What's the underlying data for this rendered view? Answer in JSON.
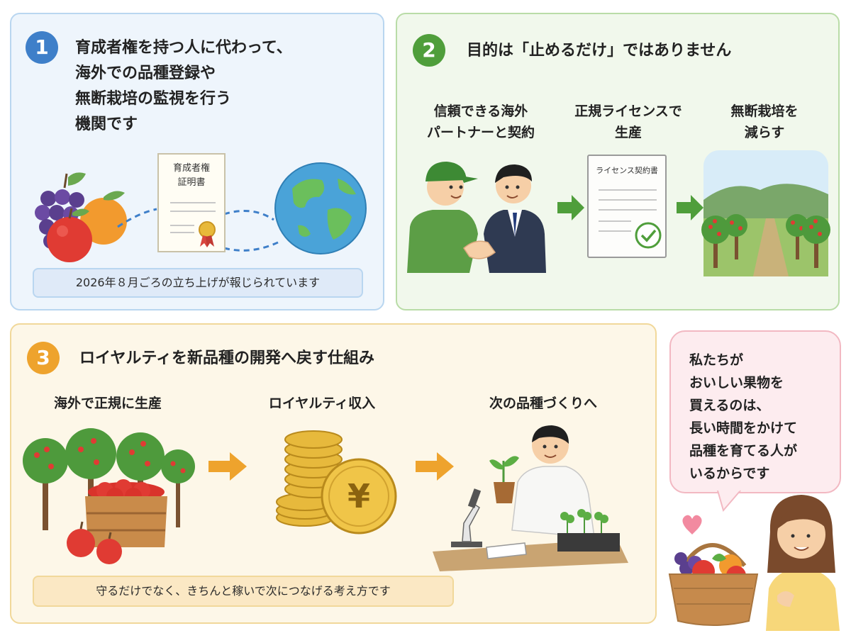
{
  "panel1": {
    "number": "1",
    "title_lines": [
      "育成者権を持つ人に代わって、",
      "海外での品種登録や",
      "無断栽培の監視を行う",
      "機関です"
    ],
    "certificate_title_lines": [
      "育成者権",
      "証明書"
    ],
    "note": "2026年８月ごろの立ち上げが報じられています"
  },
  "panel2": {
    "number": "2",
    "title": "目的は「止めるだけ」ではありません",
    "steps": [
      {
        "lines": [
          "信頼できる海外",
          "パートナーと契約"
        ]
      },
      {
        "lines": [
          "正規ライセンスで",
          "生産"
        ]
      },
      {
        "lines": [
          "無断栽培を",
          "減らす"
        ]
      }
    ],
    "document_title": "ライセンス契約書"
  },
  "panel3": {
    "number": "3",
    "title": "ロイヤルティを新品種の開発へ戻す仕組み",
    "steps": [
      {
        "label": "海外で正規に生産"
      },
      {
        "label": "ロイヤルティ収入"
      },
      {
        "label": "次の品種づくりへ"
      }
    ],
    "coin_symbol": "¥",
    "note": "守るだけでなく、きちんと稼いで次につなげる考え方です"
  },
  "speech": {
    "lines": [
      "私たちが",
      "おいしい果物を",
      "買えるのは、",
      "長い時間をかけて",
      "品種を育てる人が",
      "いるからです"
    ]
  },
  "colors": {
    "blue": "#3e7fc9",
    "green": "#4f9e3b",
    "orange": "#eea32d",
    "pink_border": "#f2b8c2"
  }
}
